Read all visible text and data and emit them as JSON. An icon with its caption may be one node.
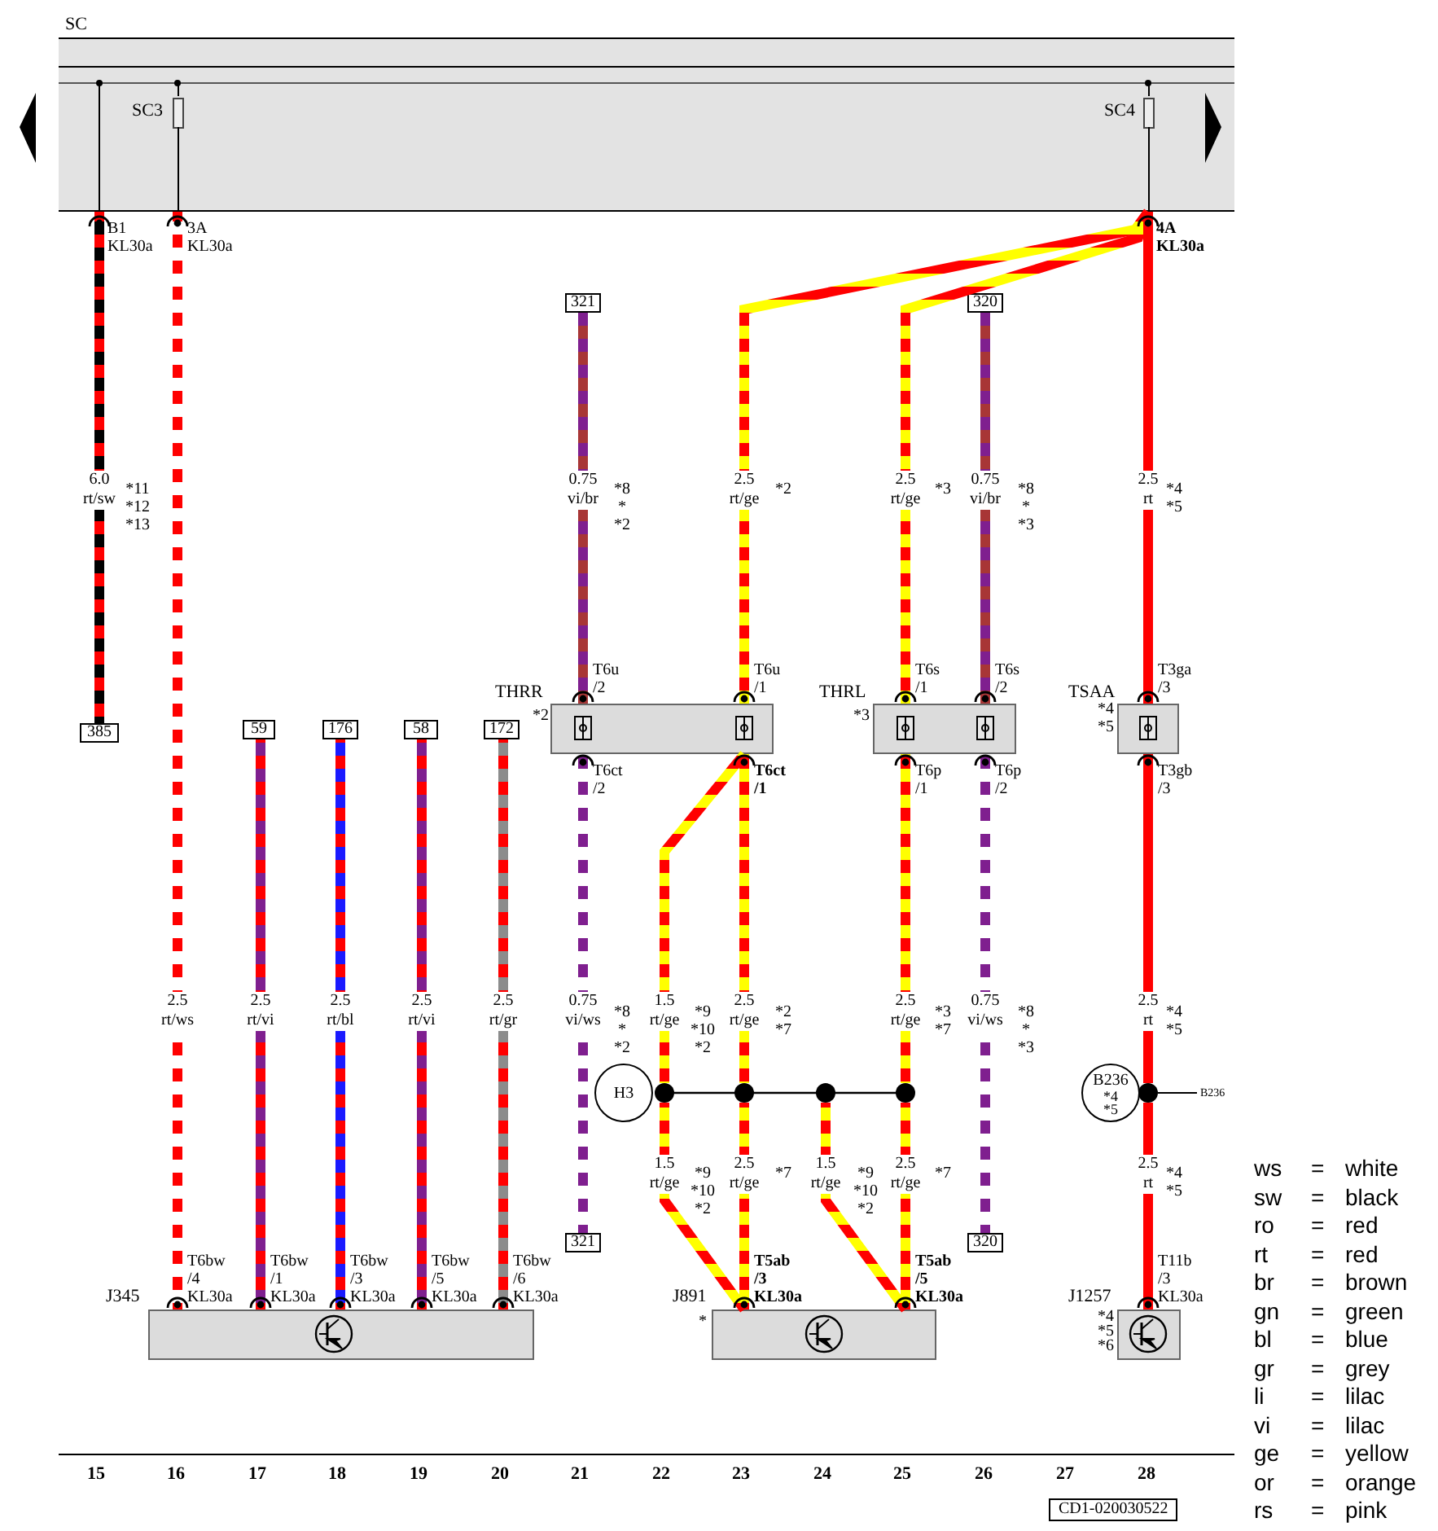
{
  "diagram": {
    "nodes": [
      {
        "text": [
          "SC"
        ],
        "beside": [
          "B1 KL30a",
          "3A KL30a",
          "4A KL30a"
        ]
      },
      {
        "text": [
          "SC3"
        ],
        "in": 0
      },
      {
        "text": [
          "SC4"
        ],
        "in": 0
      },
      {
        "text": [
          "321"
        ]
      },
      {
        "text": [
          "320"
        ]
      },
      {
        "text": [
          "385"
        ]
      },
      {
        "text": [
          "59"
        ]
      },
      {
        "text": [
          "176"
        ]
      },
      {
        "text": [
          "58"
        ]
      },
      {
        "text": [
          "172"
        ]
      },
      {
        "text": [
          "THRR",
          "*2"
        ],
        "beside": [
          "T6u /2",
          "T6u /1",
          "T6ct /2",
          "T6ct /1"
        ]
      },
      {
        "text": [
          "THRL",
          "*3"
        ],
        "beside": [
          "T6s /1",
          "T6s /2",
          "T6p /1",
          "T6p /2"
        ]
      },
      {
        "text": [
          "TSAA",
          "*4 *5"
        ],
        "beside": [
          "T3ga /3",
          "T3gb /3"
        ]
      },
      {
        "text": [
          "H3"
        ]
      },
      {
        "text": [],
        "shape": "bar"
      },
      {
        "text": [
          "B236",
          "*4 *5"
        ]
      },
      {
        "text": [],
        "shape": "circle"
      },
      {
        "text": [
          "B236"
        ]
      },
      {
        "text": [
          "321"
        ]
      },
      {
        "text": [
          "320"
        ]
      },
      {
        "text": [
          "J345"
        ],
        "beside": [
          "T6bw /4 KL30a",
          "T6bw /1 KL30a",
          "T6bw /3 KL30a",
          "T6bw /5 KL30a",
          "T6bw /6 KL30a"
        ]
      },
      {
        "text": [
          "J891",
          "*"
        ],
        "beside": [
          "T5ab /3 KL30a",
          "T5ab /5 KL30a"
        ]
      },
      {
        "text": [
          "J1257",
          "*4 *5 *6"
        ],
        "beside": [
          "T11b /3 KL30a"
        ]
      }
    ],
    "edges": [
      {
        "from": 0,
        "to": 5,
        "arrow": "none",
        "label": "6.0 rt/sw"
      },
      {
        "from": 0,
        "to": 20,
        "arrow": "none",
        "label": "2.5 rt/ws"
      },
      {
        "from": 6,
        "to": 20,
        "arrow": "none",
        "label": "2.5 rt/vi"
      },
      {
        "from": 7,
        "to": 20,
        "arrow": "none",
        "label": "2.5 rt/bl"
      },
      {
        "from": 8,
        "to": 20,
        "arrow": "none",
        "label": "2.5 rt/vi"
      },
      {
        "from": 9,
        "to": 20,
        "arrow": "none",
        "label": "2.5 rt/gr"
      },
      {
        "from": 3,
        "to": 10,
        "arrow": "none",
        "label": "0.75 vi/br"
      },
      {
        "from": 0,
        "to": 10,
        "arrow": "none",
        "label": "2.5 rt/ge"
      },
      {
        "from": 0,
        "to": 11,
        "arrow": "none",
        "label": "2.5 rt/ge"
      },
      {
        "from": 4,
        "to": 11,
        "arrow": "none",
        "label": "0.75 vi/br"
      },
      {
        "from": 0,
        "to": 12,
        "arrow": "none",
        "label": "2.5 rt",
        "color": "#ff0000"
      },
      {
        "from": 10,
        "to": 18,
        "arrow": "none",
        "label": "0.75 vi/ws"
      },
      {
        "from": 10,
        "to": 14,
        "arrow": "none",
        "label": "1.5 rt/ge"
      },
      {
        "from": 10,
        "to": 14,
        "arrow": "none",
        "label": "2.5 rt/ge"
      },
      {
        "from": 11,
        "to": 14,
        "arrow": "none",
        "label": "2.5 rt/ge"
      },
      {
        "from": 11,
        "to": 19,
        "arrow": "none",
        "label": "0.75 vi/ws"
      },
      {
        "from": 12,
        "to": 16,
        "arrow": "none",
        "label": "2.5 rt",
        "color": "#ff0000"
      },
      {
        "from": 14,
        "to": 21,
        "arrow": "none",
        "label": "1.5 rt/ge"
      },
      {
        "from": 14,
        "to": 21,
        "arrow": "none",
        "label": "2.5 rt/ge"
      },
      {
        "from": 14,
        "to": 21,
        "arrow": "none",
        "label": "1.5 rt/ge"
      },
      {
        "from": 14,
        "to": 21,
        "arrow": "none",
        "label": "2.5 rt/ge"
      },
      {
        "from": 16,
        "to": 22,
        "arrow": "none",
        "label": "2.5 rt",
        "color": "#ff0000"
      },
      {
        "from": 16,
        "to": 17,
        "arrow": "none",
        "color": "#000000"
      },
      {
        "from": 0,
        "to": 1,
        "arrow": "none",
        "color": "#000000"
      },
      {
        "from": 0,
        "to": 2,
        "arrow": "none",
        "color": "#000000"
      }
    ],
    "labels": [
      "*11 *12 *13",
      "*8 * *2",
      "*2",
      "*3",
      "*8 * *3",
      "*4 *5",
      "*8 * *2",
      "*9 *10 *2",
      "*2 *7",
      "*3 *7",
      "*8 * *3",
      "*4 *5",
      "*9 *10 *2",
      "*7",
      "*9 *10 *2",
      "*7",
      "*4 *5",
      "15",
      "16",
      "17",
      "18",
      "19",
      "20",
      "21",
      "22",
      "23",
      "24",
      "25",
      "26",
      "27",
      "28",
      "CD1-020030522",
      "ws",
      "=",
      "white",
      "sw",
      "=",
      "black",
      "ro",
      "=",
      "red",
      "rt",
      "=",
      "red",
      "br",
      "=",
      "brown",
      "gn",
      "=",
      "green",
      "bl",
      "=",
      "blue",
      "gr",
      "=",
      "grey",
      "li",
      "=",
      "lilac",
      "vi",
      "=",
      "lilac",
      "ge",
      "=",
      "yellow",
      "or",
      "=",
      "orange",
      "rs",
      "=",
      "pink"
    ]
  }
}
